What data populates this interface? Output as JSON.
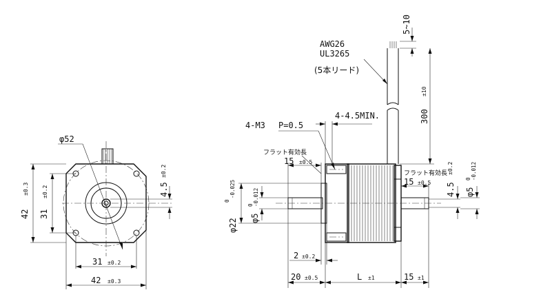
{
  "front_view": {
    "phi52": "φ52",
    "dim42": "42",
    "tol42": "±0.3",
    "dim31": "31",
    "tol31": "±0.2",
    "dim4_5": "4.5",
    "tol4_5": "±0.2",
    "dim31_bottom": "31",
    "tol31_bottom": "±0.2",
    "dim42_bottom": "42",
    "tol42_bottom": "±0.3"
  },
  "side_view": {
    "awg": "AWG26",
    "ul": "UL3265",
    "lead": "(5本リード)",
    "lead_len": "300",
    "lead_len_tol": "±10",
    "strip": "5~10",
    "m3": "4-M3",
    "pitch": "P=0.5",
    "depth": "4-4.5MIN.",
    "flat_left": "フラット有効長",
    "flat_right": "フラット有効長",
    "dim15_left": "15",
    "tol15_left": "±0.5",
    "dim15_right": "15",
    "tol15_right": "±0.5",
    "phi22": "φ22",
    "phi22_tol_top": "0",
    "phi22_tol_bot": "-0.025",
    "phi5_left": "φ5",
    "phi5_left_tol_top": "0",
    "phi5_left_tol_bot": "-0.012",
    "phi5_right": "φ5",
    "phi5_right_tol_top": "0",
    "phi5_right_tol_bot": "-0.012",
    "dim4_5_right": "4.5",
    "tol4_5_right": "±0.2",
    "dim2": "2",
    "tol2": "±0.2",
    "dim20": "20",
    "tol20": "±0.5",
    "dimL": "L",
    "tolL": "±1",
    "dim15_bottom": "15",
    "tol15_bottom": "±1"
  }
}
